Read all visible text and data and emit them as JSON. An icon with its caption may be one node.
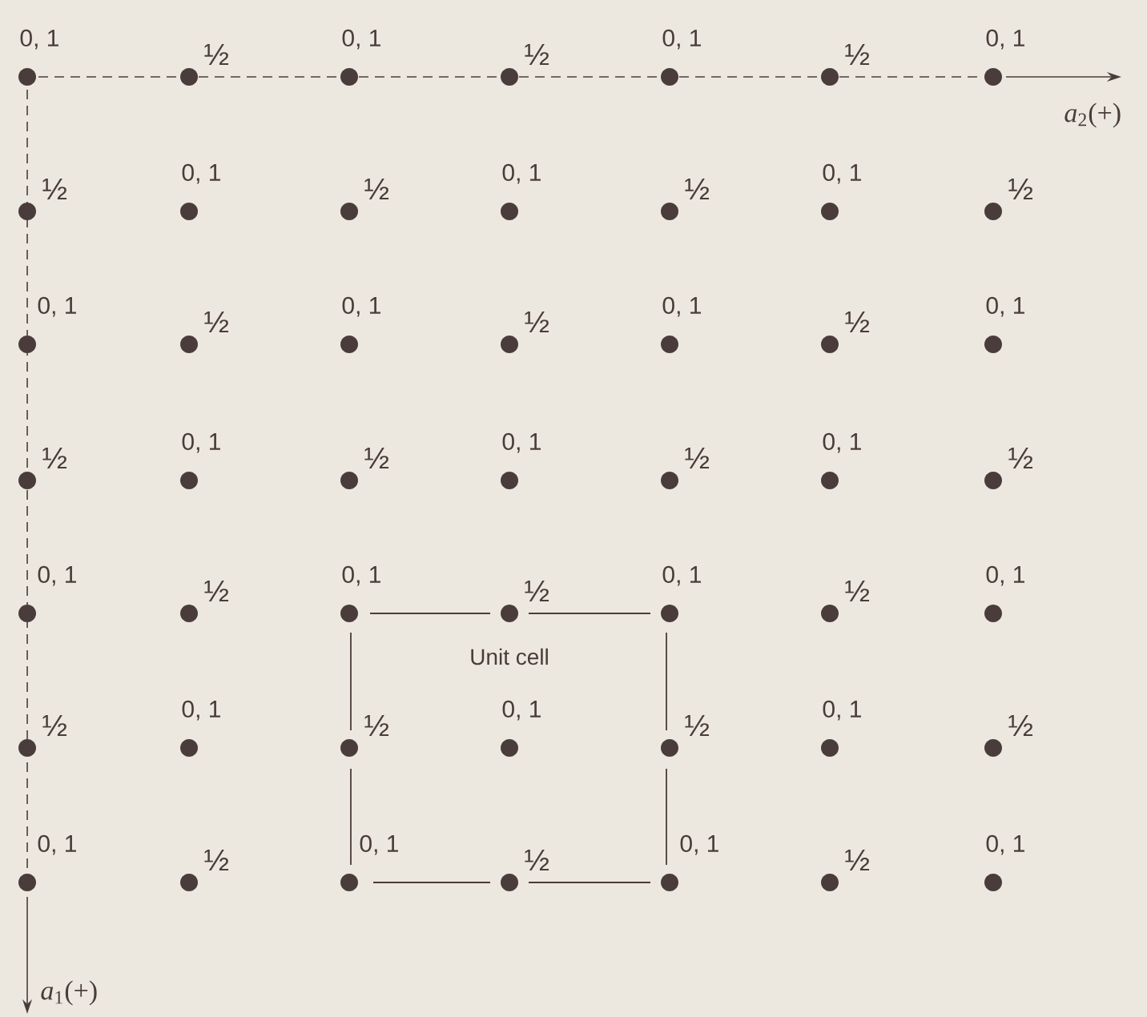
{
  "diagram": {
    "labels": [
      "0, 1",
      "½",
      "0, 1",
      "½",
      "0, 1",
      "½",
      "0, 1",
      "*a*$_{2}$(+)",
      "½",
      "0, 1",
      "½",
      "0, 1",
      "½",
      "0, 1",
      "½",
      "0, 1",
      "½",
      "0, 1",
      "½",
      "0, 1",
      "½",
      "0, 1",
      "½",
      "0, 1",
      "½",
      "0, 1",
      "½",
      "0, 1",
      "½",
      "0, 1",
      "½",
      "0, 1",
      "½",
      "0, 1",
      "½",
      "0, 1",
      "Unit cell",
      "½",
      "0, 1",
      "½",
      "0, 1",
      "½",
      "0, 1",
      "½",
      "0, 1",
      "½",
      "0, 1",
      "½",
      "0, 1",
      "½",
      "0, 1",
      "*a*$_{1}$(+)"
    ]
  }
}
